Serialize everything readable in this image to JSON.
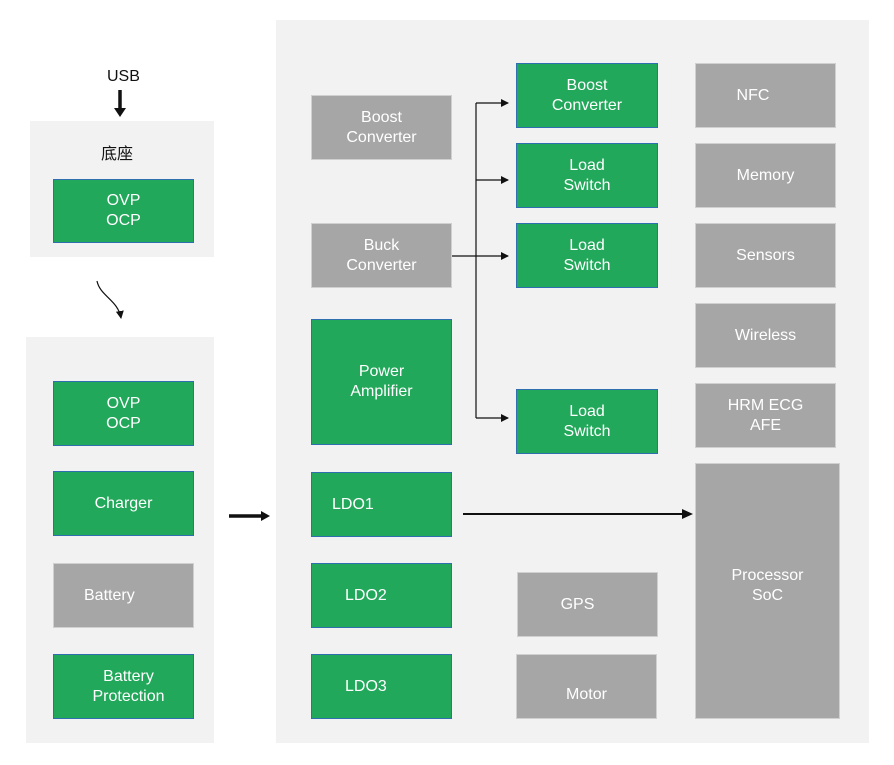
{
  "usb_label": "USB",
  "dock": {
    "label": "底座",
    "protection": "OVP\nOCP"
  },
  "battery_group": {
    "protection": "OVP\nOCP",
    "charger": "Charger",
    "battery": "Battery",
    "battery_protection": "Battery\nProtection"
  },
  "power_blocks": {
    "boost_converter": "Boost\nConverter",
    "buck_converter": "Buck\nConverter",
    "power_amplifier": "Power\nAmplifier",
    "ldo1": "LDO1",
    "ldo2": "LDO2",
    "ldo3": "LDO3"
  },
  "outputs": {
    "boost_converter": "Boost\nConverter",
    "load_switch_1": "Load\nSwitch",
    "load_switch_2": "Load\nSwitch",
    "load_switch_3": "Load\nSwitch"
  },
  "peripherals": {
    "gps": "GPS",
    "motor": "Motor",
    "nfc": "NFC",
    "memory": "Memory",
    "sensors": "Sensors",
    "wireless": "Wireless",
    "hrm": "HRM ECG\nAFE",
    "processor": "Processor\nSoC"
  },
  "colors": {
    "green": "#22a85a",
    "gray": "#a6a6a6",
    "panel": "#f2f2f2"
  }
}
